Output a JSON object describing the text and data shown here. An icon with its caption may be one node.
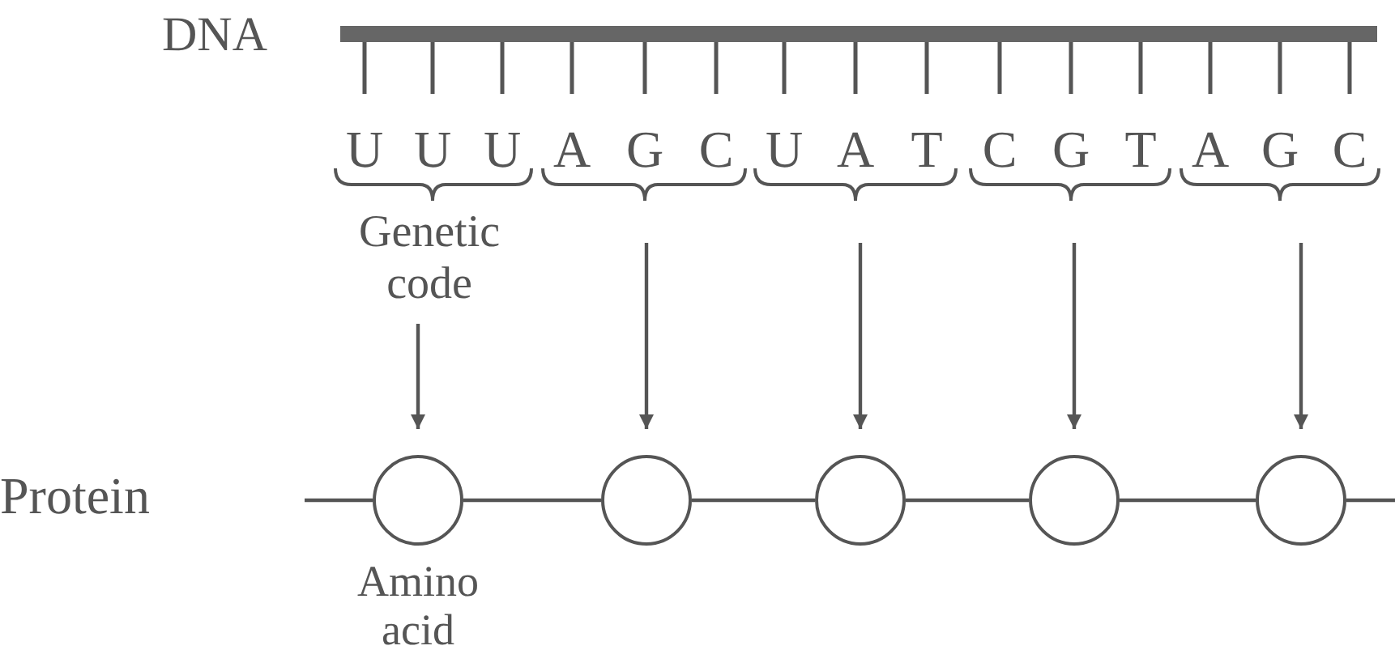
{
  "diagram": {
    "nodes": [
      {
        "text": [
          "Genetic code"
        ]
      },
      {
        "text": [],
        "shape": "circle",
        "beside": [
          "Amino acid"
        ]
      },
      {
        "text": [],
        "shape": "circle"
      },
      {
        "text": [],
        "shape": "circle"
      },
      {
        "text": [],
        "shape": "circle"
      },
      {
        "text": [],
        "shape": "circle"
      }
    ],
    "edges": [
      {
        "from": 0,
        "to": 1,
        "arrow": "to"
      },
      {
        "from": null,
        "to": 2,
        "arrow": "to"
      },
      {
        "from": null,
        "to": 3,
        "arrow": "to"
      },
      {
        "from": null,
        "to": 4,
        "arrow": "to"
      },
      {
        "from": null,
        "to": 5,
        "arrow": "to"
      },
      {
        "from": null,
        "to": 1,
        "arrow": "none"
      },
      {
        "from": 1,
        "to": 2,
        "arrow": "none"
      },
      {
        "from": 2,
        "to": 3,
        "arrow": "none"
      },
      {
        "from": 3,
        "to": 4,
        "arrow": "none"
      },
      {
        "from": 4,
        "to": 5,
        "arrow": "none"
      },
      {
        "from": 5,
        "to": null,
        "arrow": "none"
      }
    ],
    "labels": [
      "DNA",
      "U",
      "U",
      "U",
      "A",
      "G",
      "C",
      "U",
      "A",
      "T",
      "C",
      "G",
      "T",
      "A",
      "G",
      "C",
      "Protein"
    ]
  }
}
